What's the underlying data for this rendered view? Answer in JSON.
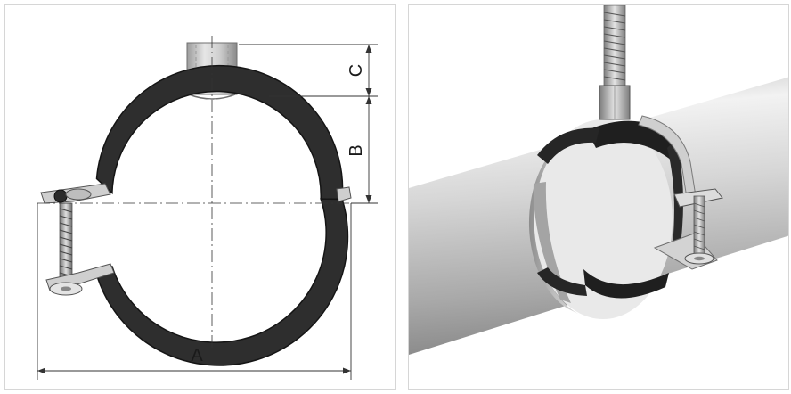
{
  "diagram": {
    "dimension_labels": {
      "a": "A",
      "b": "B",
      "c": "C"
    }
  },
  "colors": {
    "liner": "#2e2e2e",
    "liner_edge": "#1a1a1a",
    "metal": "#d9d9d9",
    "pipe_light": "#eaeaea",
    "pipe_dark": "#9a9a9a",
    "dimension_lines": "#333333"
  },
  "icons": [
    "pipe-clamp-technical-drawing",
    "pipe-clamp-installed-rendering"
  ]
}
